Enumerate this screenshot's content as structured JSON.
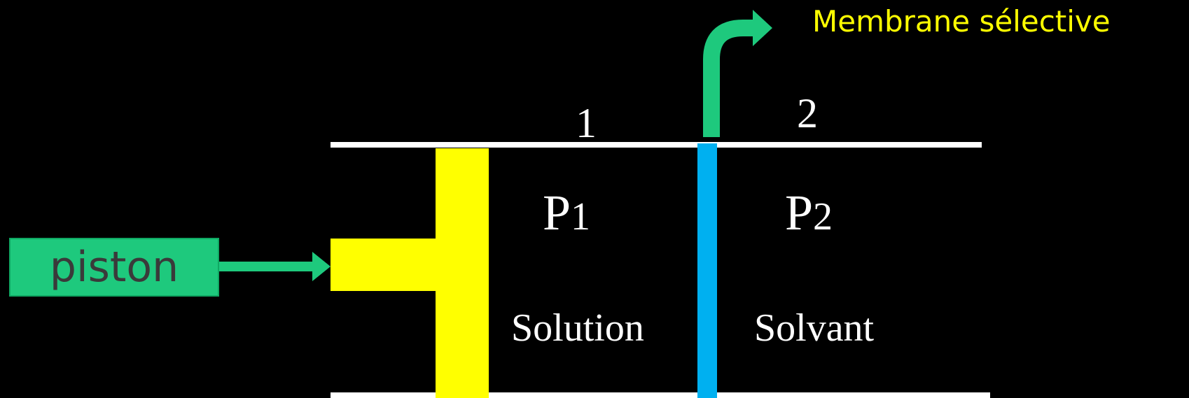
{
  "labels": {
    "piston": "piston",
    "membrane": "Membrane sélective",
    "compartment_1": "1",
    "compartment_2": "2",
    "pressure_1_letter": "P",
    "pressure_1_index": "1",
    "pressure_2_letter": "P",
    "pressure_2_index": "2",
    "liquid_1": "Solution",
    "liquid_2": "Solvant"
  },
  "colors": {
    "background": "#000000",
    "walls": "#ffffff",
    "piston": "#ffff00",
    "membrane": "#00b0f0",
    "arrows": "#1ec97d",
    "membrane_label": "#ffff00"
  }
}
